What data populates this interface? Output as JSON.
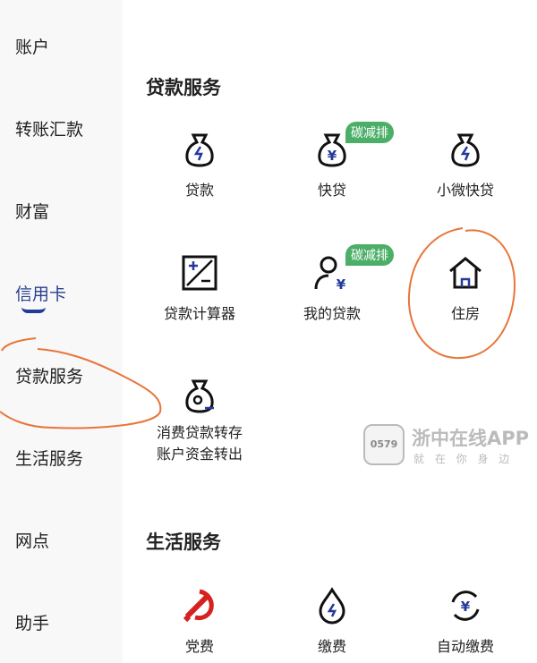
{
  "sidebar": {
    "items": [
      "账户",
      "转账汇款",
      "财富",
      "信用卡",
      "贷款服务",
      "生活服务",
      "网点",
      "助手"
    ],
    "active": "信用卡"
  },
  "loan": {
    "title": "贷款服务",
    "items": [
      {
        "label": "贷款",
        "icon": "loan-bag-icon"
      },
      {
        "label": "快贷",
        "icon": "yuan-bag-icon",
        "badge": "碳减排"
      },
      {
        "label": "小微快贷",
        "icon": "lightning-bag-icon"
      },
      {
        "label": "贷款计算器",
        "icon": "calculator-icon"
      },
      {
        "label": "我的贷款",
        "icon": "user-yuan-icon",
        "badge": "碳减排"
      },
      {
        "label": "住房",
        "icon": "house-icon"
      },
      {
        "label": "消费贷款转存",
        "label2": "账户资金转出",
        "icon": "transfer-bag-icon"
      }
    ]
  },
  "life": {
    "title": "生活服务",
    "items": [
      {
        "label": "党费",
        "icon": "party-emblem-icon"
      },
      {
        "label": "缴费",
        "icon": "water-drop-icon"
      },
      {
        "label": "自动缴费",
        "icon": "auto-pay-icon"
      }
    ]
  },
  "watermark": {
    "title": "浙中在线APP",
    "subtitle": "就 在 你 身 边",
    "logo": "0579"
  },
  "colors": {
    "accent": "#24399a",
    "badge": "#4caf68",
    "annotation": "#e8753a"
  }
}
